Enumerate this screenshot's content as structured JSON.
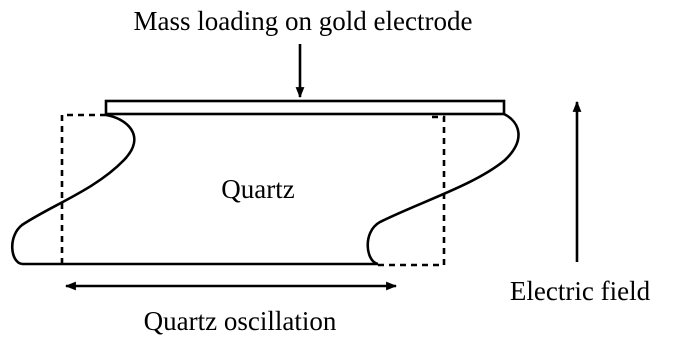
{
  "labels": {
    "mass_loading": "Mass loading on gold electrode",
    "quartz": "Quartz",
    "quartz_oscillation": "Quartz oscillation",
    "electric_field": "Electric field"
  }
}
